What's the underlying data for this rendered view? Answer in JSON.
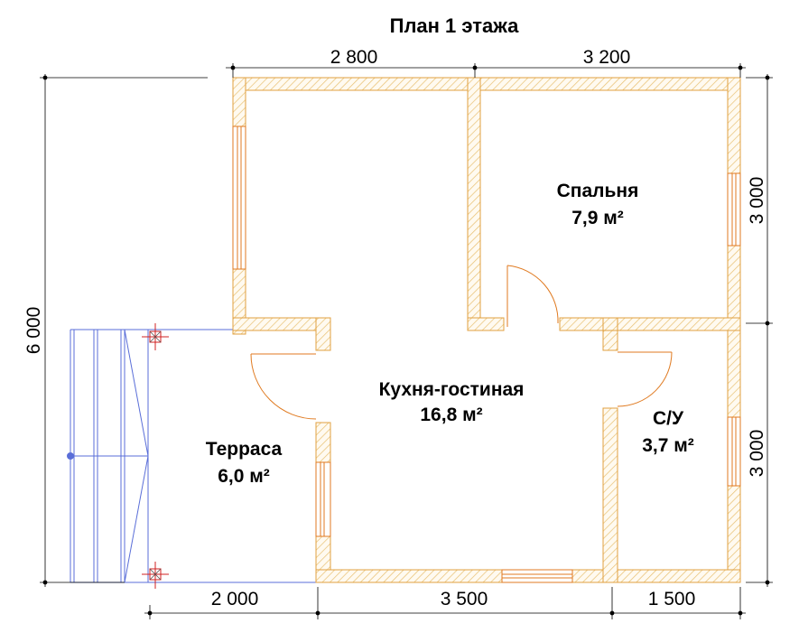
{
  "plan": {
    "title": "План 1 этажа",
    "rooms": {
      "bedroom": {
        "name": "Спальня",
        "area": "7,9 м²"
      },
      "kitchen": {
        "name": "Кухня-гостиная",
        "area": "16,8 м²"
      },
      "bathroom": {
        "name": "С/У",
        "area": "3,7 м²"
      },
      "terrace": {
        "name": "Терраса",
        "area": "6,0 м²"
      }
    },
    "dimensions": {
      "top_left": "2 800",
      "top_right": "3 200",
      "bottom_terrace": "2 000",
      "bottom_kitchen": "3 500",
      "bottom_bath": "1 500",
      "left_total": "6 000",
      "right_upper": "3 000",
      "right_lower": "3 000"
    },
    "colors": {
      "wall_stroke": "#e0a040",
      "wall_hatch": "#e8c070",
      "wall_fill": "#fffaf0",
      "door_arc": "#e07a20",
      "terrace_lines": "#5a6ed8",
      "post_marker": "#d02020",
      "dim_line": "#000000"
    }
  }
}
